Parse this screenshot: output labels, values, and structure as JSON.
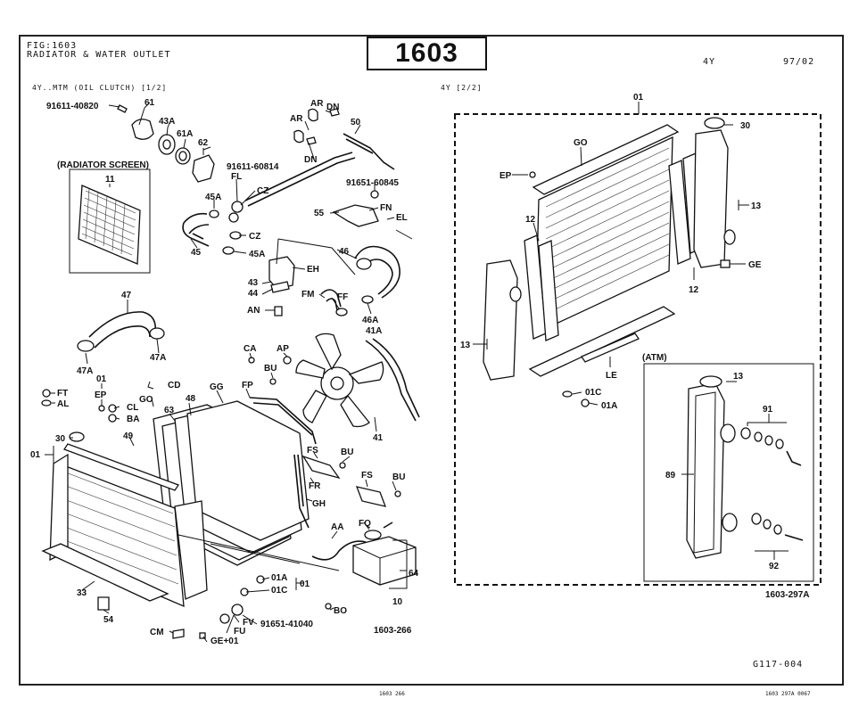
{
  "header": {
    "fig_number": "FIG:1603",
    "fig_title": "RADIATOR & WATER OUTLET",
    "main_number": "1603",
    "engine": "4Y",
    "date": "97/02",
    "left_section": "4Y..MTM (OIL CLUTCH) [1/2]",
    "right_section": "4Y [2/2]"
  },
  "left_labels": {
    "l91611_40820": "91611-40820",
    "l61": "61",
    "l43A": "43A",
    "l61A": "61A",
    "l62": "62",
    "radiator_screen": "(RADIATOR SCREEN)",
    "l11": "11",
    "lAR1": "AR",
    "lDN1": "DN",
    "lAR2": "AR",
    "l50": "50",
    "lDN2": "DN",
    "l91611_60814": "91611-60814",
    "lFL": "FL",
    "lCZ1": "CZ",
    "l91651_60845": "91651-60845",
    "lFN": "FN",
    "l55": "55",
    "lEL": "EL",
    "l45A1": "45A",
    "l45": "45",
    "lCZ2": "CZ",
    "l45A2": "45A",
    "l46": "46",
    "lEH": "EH",
    "l43": "43",
    "l44": "44",
    "lAN": "AN",
    "lFM": "FM",
    "lFF": "FF",
    "l46A": "46A",
    "l41A": "41A",
    "l47": "47",
    "l47A1": "47A",
    "l47A2": "47A",
    "l01a": "01",
    "lFT": "FT",
    "lEP": "EP",
    "lAL": "AL",
    "lGO": "GO",
    "lCD": "CD",
    "l48": "48",
    "lGG": "GG",
    "lCL": "CL",
    "lBA": "BA",
    "l63": "63",
    "l49": "49",
    "l30": "30",
    "l01b": "01",
    "lCA": "CA",
    "lAP": "AP",
    "lBU1": "BU",
    "lFP": "FP",
    "l41": "41",
    "lFS1": "FS",
    "lBU2": "BU",
    "lFR": "FR",
    "lFS2": "FS",
    "lBU3": "BU",
    "lGH": "GH",
    "lFQ": "FQ",
    "lAA": "AA",
    "l64": "64",
    "l10": "10",
    "l33": "33",
    "l54": "54",
    "l01A": "01A",
    "l01C": "01C",
    "l01c": "01",
    "lBO": "BO",
    "lCM": "CM",
    "lFU": "FU",
    "lFV": "FV",
    "l91651_41040": "91651-41040",
    "lGE01": "GE+01",
    "ref_left": "1603-266"
  },
  "right_labels": {
    "r01": "01",
    "rGO": "GO",
    "r30": "30",
    "rEP": "EP",
    "r13a": "13",
    "r12a": "12",
    "rGE": "GE",
    "r12b": "12",
    "r13b": "13",
    "rLE": "LE",
    "r01C": "01C",
    "r01A": "01A",
    "atm": "(ATM)",
    "r13c": "13",
    "r91": "91",
    "r89": "89",
    "r92": "92",
    "ref_right": "1603-297A"
  },
  "footer": {
    "code": "G117-004",
    "left_small": "1603  266",
    "right_small": "1603  297A     0067"
  }
}
